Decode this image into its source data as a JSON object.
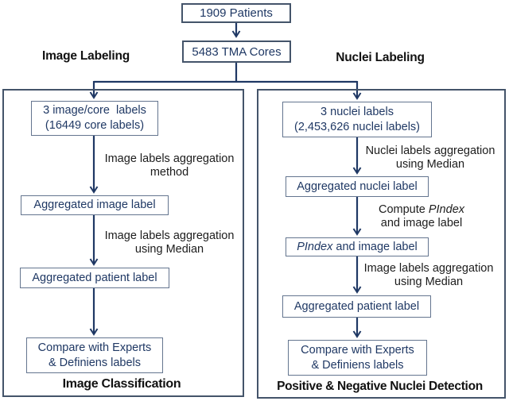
{
  "colors": {
    "navy": "#1f3864",
    "box_border": "#64758f",
    "panel_border": "#44546a",
    "label_text": "#1c1c1c"
  },
  "top": {
    "patients": "1909 Patients",
    "tma": "5483 TMA Cores"
  },
  "left": {
    "header": "Image Labeling",
    "box1_line1": "3 image/core  labels",
    "box1_line2": "(16449 core labels)",
    "label1_line1": "Image labels aggregation",
    "label1_line2": "method",
    "box2": "Aggregated image label",
    "label2_line1": "Image labels aggregation",
    "label2_line2": "using Median",
    "box3": "Aggregated patient label",
    "box4_line1": "Compare with Experts",
    "box4_line2": "& Definiens labels",
    "footer": "Image Classification"
  },
  "right": {
    "header": "Nuclei Labeling",
    "box1_line1": "3 nuclei labels",
    "box1_line2": "(2,453,626 nuclei labels)",
    "label1_line1": "Nuclei labels aggregation",
    "label1_line2": "using Median",
    "box2": "Aggregated nuclei label",
    "label2_pre": "Compute ",
    "label2_italic": "PIndex",
    "label2_line2": "and image label",
    "box3_italic": "PIndex",
    "box3_rest": " and image label",
    "label3_line1": "Image labels aggregation",
    "label3_line2": "using Median",
    "box4": "Aggregated patient label",
    "box5_line1": "Compare with Experts",
    "box5_line2": "& Definiens labels",
    "footer": "Positive & Negative Nuclei Detection"
  }
}
